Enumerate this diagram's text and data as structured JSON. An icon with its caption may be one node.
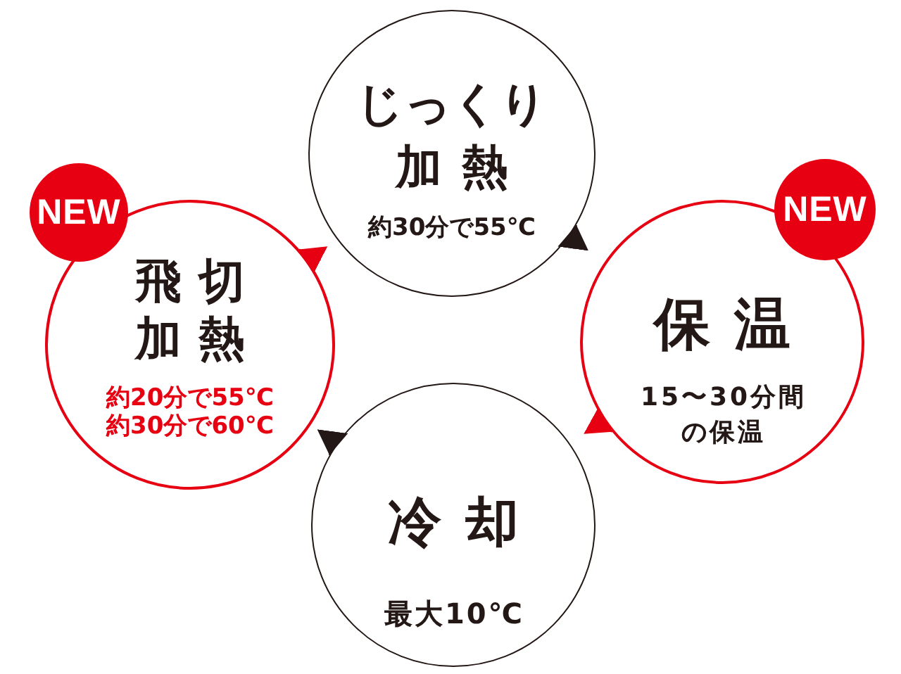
{
  "diagram": {
    "nodes": [
      {
        "text": [
          "じっくり加熱",
          "約30分で55℃"
        ]
      },
      {
        "text": [
          "NEW"
        ]
      },
      {
        "text": [
          "飛切加熱",
          "約20分で55℃",
          "約30分で60℃"
        ]
      },
      {
        "text": [
          "NEW"
        ]
      },
      {
        "text": [
          "保温",
          "15〜30分間の保温"
        ]
      },
      {
        "text": [
          "冷却",
          "最大10℃"
        ]
      }
    ],
    "edges": [
      {
        "from": 0,
        "to": 2,
        "arrow": "to",
        "color": "#e60012"
      },
      {
        "from": 4,
        "to": 0,
        "arrow": "to",
        "color": "#231815"
      },
      {
        "from": 5,
        "to": 4,
        "arrow": "to",
        "color": "#e60012"
      },
      {
        "from": 2,
        "to": 5,
        "arrow": "to",
        "color": "#231815"
      }
    ]
  }
}
